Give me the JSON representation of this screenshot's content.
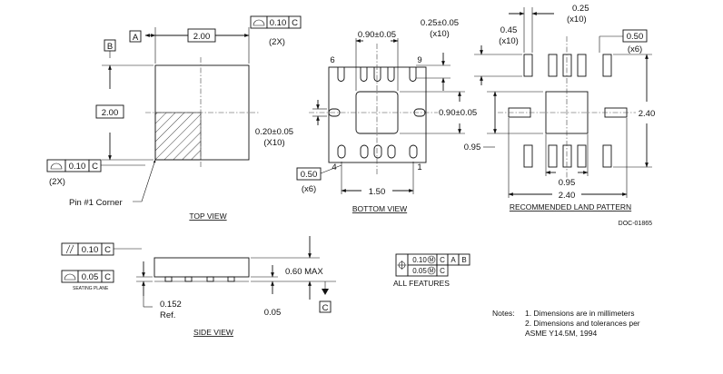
{
  "top_view": {
    "title": "TOP VIEW",
    "datum_a": "A",
    "datum_b": "B",
    "width_dim": "2.00",
    "height_dim": "2.00",
    "profile_tol": "0.10",
    "profile_datum": "C",
    "count_top": "(2X)",
    "count_left": "(2X)",
    "pin1_label": "Pin #1 Corner"
  },
  "bottom_view": {
    "title": "BOTTOM VIEW",
    "pad_width": "0.90±0.05",
    "pad_height": "0.90±0.05",
    "lead_width": "0.25±0.05",
    "lead_width_count": "(x10)",
    "lead_length": "0.20±0.05",
    "lead_length_count": "(X10)",
    "pitch": "0.50",
    "pitch_count": "(x6)",
    "span": "1.50",
    "pin6": "6",
    "pin9": "9",
    "pin4": "4",
    "pin1": "1"
  },
  "land_pattern": {
    "title": "RECOMMENDED LAND PATTERN",
    "pad_w": "0.25",
    "pad_w_count": "(x10)",
    "pad_l": "0.45",
    "pad_l_count": "(x10)",
    "pitch": "0.50",
    "pitch_count": "(x6)",
    "height": "2.40",
    "center_v": "0.95",
    "center_h": "0.95",
    "width": "2.40",
    "doc_id": "DOC-01865"
  },
  "side_view": {
    "title": "SIDE VIEW",
    "parallel_tol": "0.10",
    "parallel_datum": "C",
    "flat_tol": "0.05",
    "flat_datum": "C",
    "seating_plane": "SEATING PLANE",
    "max_height": "0.60 MAX",
    "standoff": "0.05",
    "lead_thickness": "0.152",
    "lead_thickness_note": "Ref.",
    "datum_c": "C"
  },
  "all_features": {
    "row1_tol": "0.10",
    "row1_mod": "M",
    "row1_d1": "C",
    "row1_d2": "A",
    "row1_d3": "B",
    "row2_tol": "0.05",
    "row2_mod": "M",
    "row2_d1": "C",
    "label": "ALL FEATURES"
  },
  "notes": {
    "heading": "Notes:",
    "n1": "1. Dimensions are in millimeters",
    "n2a": "2. Dimensions and tolerances per",
    "n2b": "ASME Y14.5M, 1994"
  }
}
